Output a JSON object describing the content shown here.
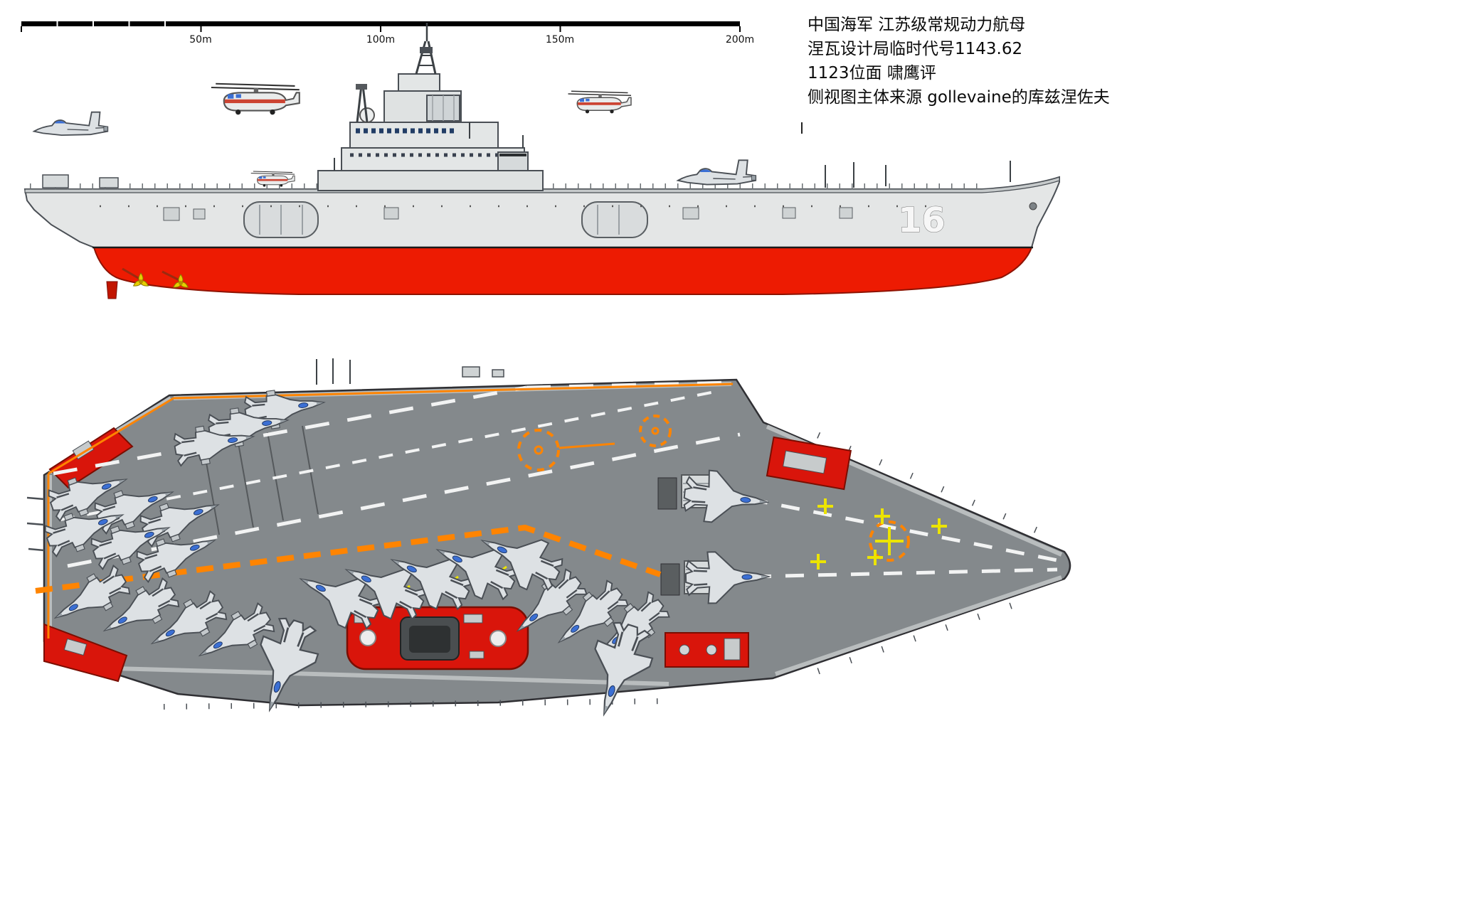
{
  "annotation": {
    "line1": "中国海军 江苏级常规动力航母",
    "line2": "涅瓦设计局临时代号1143.62",
    "line3": "1123位面 啸鹰评",
    "line4": "侧视图主体来源 gollevaine的库兹涅佐夫"
  },
  "scale_bar": {
    "labels": [
      "50m",
      "100m",
      "150m",
      "200m"
    ]
  },
  "side_view": {
    "hull_number": "16"
  },
  "colors": {
    "hull_gray": "#e4e6e6",
    "hull_red": "#ed1b02",
    "island_red": "#d9150b",
    "deck_gray": "#84898c",
    "marking_orange": "#ff8400",
    "marking_yellow": "#ece400",
    "marking_white": "#f2f3f3",
    "canopy_blue": "#3b6fd4",
    "prop_yellow": "#e6cf00"
  }
}
